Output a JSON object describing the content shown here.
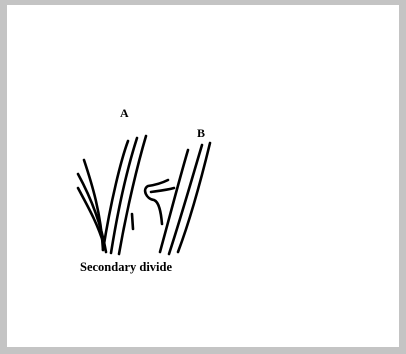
{
  "diagram": {
    "label_a": "A",
    "label_b": "B",
    "label_mark": "I",
    "caption": "Secondary divide"
  }
}
